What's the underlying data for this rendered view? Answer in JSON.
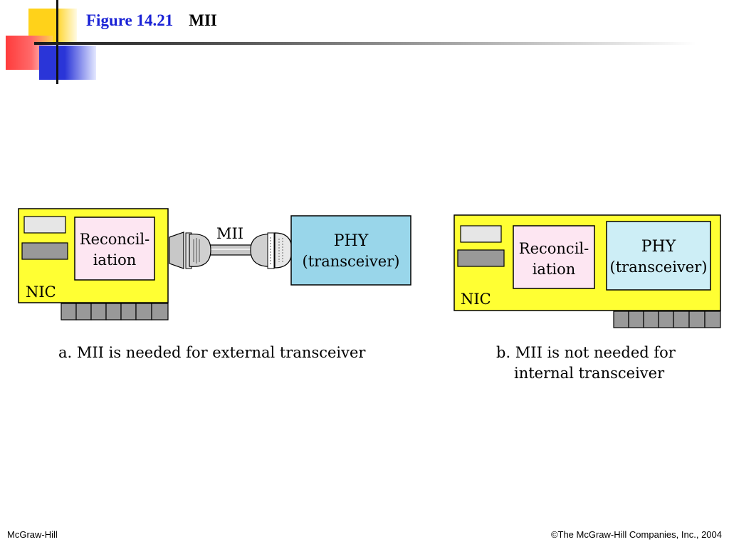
{
  "slide": {
    "figure_number": "Figure 14.21",
    "figure_title": "MII"
  },
  "diagram_a": {
    "nic_label": "NIC",
    "reconciliation_line1": "Reconcil-",
    "reconciliation_line2": "iation",
    "mii_label": "MII",
    "phy_line1": "PHY",
    "phy_line2": "(transceiver)",
    "caption": "a. MII is needed for external transceiver"
  },
  "diagram_b": {
    "nic_label": "NIC",
    "reconciliation_line1": "Reconcil-",
    "reconciliation_line2": "iation",
    "phy_line1": "PHY",
    "phy_line2": "(transceiver)",
    "caption_line1": "b. MII is not needed for",
    "caption_line2": "internal transceiver"
  },
  "colors": {
    "nic_card": "#ffff33",
    "reconciliation": "#fde6f2",
    "phy_external": "#99d6ea",
    "phy_internal": "#cdeef6",
    "chip_light": "#e6e6e6",
    "chip_dark": "#999999",
    "pins": "#999999"
  },
  "footer": {
    "left": "McGraw-Hill",
    "right": "©The McGraw-Hill Companies, Inc., 2004"
  }
}
